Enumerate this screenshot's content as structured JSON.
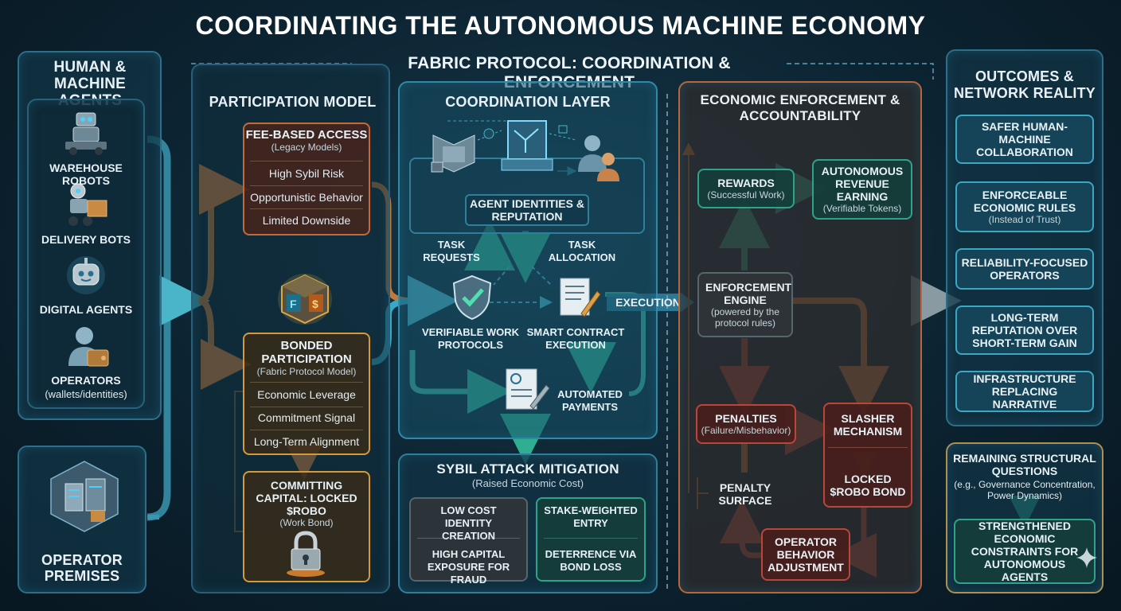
{
  "title": "COORDINATING THE AUTONOMOUS MACHINE ECONOMY",
  "left": {
    "title": "HUMAN & MACHINE AGENTS",
    "agents": [
      "WAREHOUSE ROBOTS",
      "DELIVERY BOTS",
      "DIGITAL AGENTS",
      "OPERATORS"
    ],
    "operators_sub": "(wallets/identities)",
    "premises": "OPERATOR PREMISES"
  },
  "protocol": {
    "title": "FABRIC PROTOCOL: COORDINATION & ENFORCEMENT"
  },
  "participation": {
    "title": "PARTICIPATION MODEL",
    "fee_title": "FEE-BASED ACCESS",
    "fee_sub": "(Legacy Models)",
    "fee_items": [
      "High Sybil Risk",
      "Opportunistic Behavior",
      "Limited Downside"
    ],
    "bond_title": "BONDED PARTICIPATION",
    "bond_sub": "(Fabric Protocol Model)",
    "bond_items": [
      "Economic Leverage",
      "Commitment Signal",
      "Long-Term Alignment"
    ],
    "capital_title": "COMMITTING CAPITAL: LOCKED $ROBO",
    "capital_sub": "(Work Bond)"
  },
  "coordination": {
    "title": "COORDINATION LAYER",
    "identities": "AGENT IDENTITIES & REPUTATION",
    "task_requests": "TASK REQUESTS",
    "task_allocation": "TASK ALLOCATION",
    "verifiable": "VERIFIABLE WORK PROTOCOLS",
    "smart_contract": "SMART CONTRACT EXECUTION",
    "payments": "AUTOMATED PAYMENTS",
    "execution": "EXECUTION"
  },
  "sybil": {
    "title": "SYBIL ATTACK MITIGATION",
    "sub": "(Raised Economic Cost)",
    "left_top": "LOW COST IDENTITY CREATION",
    "left_bottom": "HIGH CAPITAL EXPOSURE FOR FRAUD",
    "right_top": "STAKE-WEIGHTED ENTRY",
    "right_bottom": "DETERRENCE VIA BOND LOSS"
  },
  "enforcement": {
    "title": "ECONOMIC ENFORCEMENT & ACCOUNTABILITY",
    "rewards": "REWARDS",
    "rewards_sub": "(Successful Work)",
    "revenue": "AUTONOMOUS REVENUE EARNING",
    "revenue_sub": "(Verifiable Tokens)",
    "engine": "ENFORCEMENT ENGINE",
    "engine_sub": "(powered by the protocol rules)",
    "penalties": "PENALTIES",
    "penalties_sub": "(Failure/Misbehavior)",
    "slasher": "SLASHER MECHANISM",
    "locked": "LOCKED $ROBO BOND",
    "surface": "PENALTY SURFACE",
    "adjustment": "OPERATOR BEHAVIOR ADJUSTMENT"
  },
  "outcomes": {
    "title": "OUTCOMES & NETWORK REALITY",
    "items": [
      {
        "title": "SAFER HUMAN-MACHINE COLLABORATION",
        "sub": ""
      },
      {
        "title": "ENFORCEABLE ECONOMIC RULES",
        "sub": "(Instead of Trust)"
      },
      {
        "title": "RELIABILITY-FOCUSED OPERATORS",
        "sub": ""
      },
      {
        "title": "LONG-TERM REPUTATION OVER SHORT-TERM GAIN",
        "sub": ""
      },
      {
        "title": "INFRASTRUCTURE REPLACING NARRATIVE",
        "sub": ""
      }
    ],
    "questions_title": "REMAINING STRUCTURAL QUESTIONS",
    "questions_sub": "(e.g., Governance Concentration, Power Dynamics)",
    "strengthened": "STRENGTHENED ECONOMIC CONSTRAINTS FOR AUTONOMOUS AGENTS"
  },
  "colors": {
    "cyan": "#3aa7c4",
    "orange": "#d47a3a",
    "teal": "#2ea38a",
    "red": "#b8473a"
  }
}
